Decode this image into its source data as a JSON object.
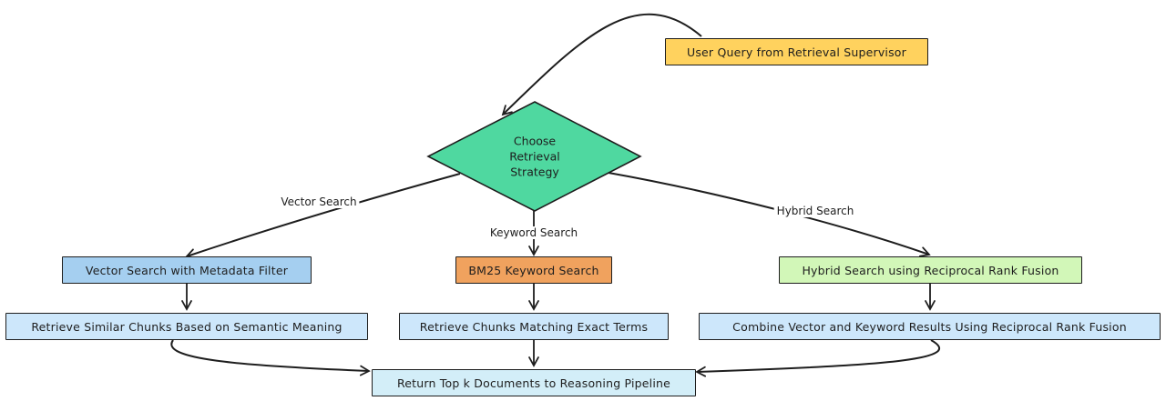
{
  "nodes": {
    "user_query": "User Query from Retrieval Supervisor",
    "decision": [
      "Choose",
      "Retrieval",
      "Strategy"
    ],
    "vector_search": "Vector Search with Metadata Filter",
    "bm25_search": "BM25 Keyword Search",
    "hybrid_search": "Hybrid Search using Reciprocal Rank Fusion",
    "retrieve_similar": "Retrieve Similar Chunks Based on Semantic Meaning",
    "retrieve_exact": "Retrieve Chunks Matching Exact Terms",
    "combine_results": "Combine Vector and Keyword Results Using Reciprocal Rank Fusion",
    "return_top_k": "Return Top k Documents to Reasoning Pipeline"
  },
  "edge_labels": {
    "vector": "Vector Search",
    "keyword": "Keyword Search",
    "hybrid": "Hybrid Search"
  },
  "colors": {
    "user_query": "#ffd25e",
    "decision": "#4fd8a0",
    "vector_search": "#a5cff0",
    "bm25_search": "#f0a25e",
    "hybrid_search": "#d2f7b8",
    "retrieve": "#cde7fb",
    "return_top_k": "#d3eef8",
    "stroke": "#1e1e1e"
  }
}
